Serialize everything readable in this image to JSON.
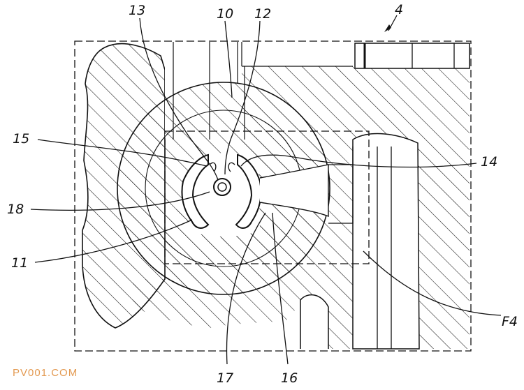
{
  "figure": {
    "labels": {
      "l13": "13",
      "l10": "10",
      "l12": "12",
      "l4": "4",
      "l15": "15",
      "l14": "14",
      "l18": "18",
      "l11": "11",
      "lF4": "F4",
      "l17": "17",
      "l16": "16"
    }
  },
  "watermark": "PV001.COM",
  "colors": {
    "ink": "#111111",
    "watermark": "#e39a52",
    "background": "#ffffff"
  }
}
